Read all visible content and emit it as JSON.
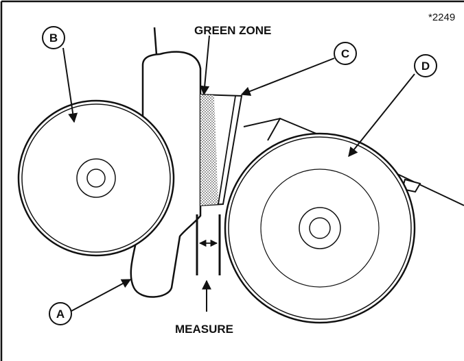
{
  "figure": {
    "ref_number": "*2249",
    "labels": {
      "green_zone": "GREEN ZONE",
      "measure": "MEASURE",
      "a": "A",
      "b": "B",
      "c": "C",
      "d": "D"
    }
  }
}
